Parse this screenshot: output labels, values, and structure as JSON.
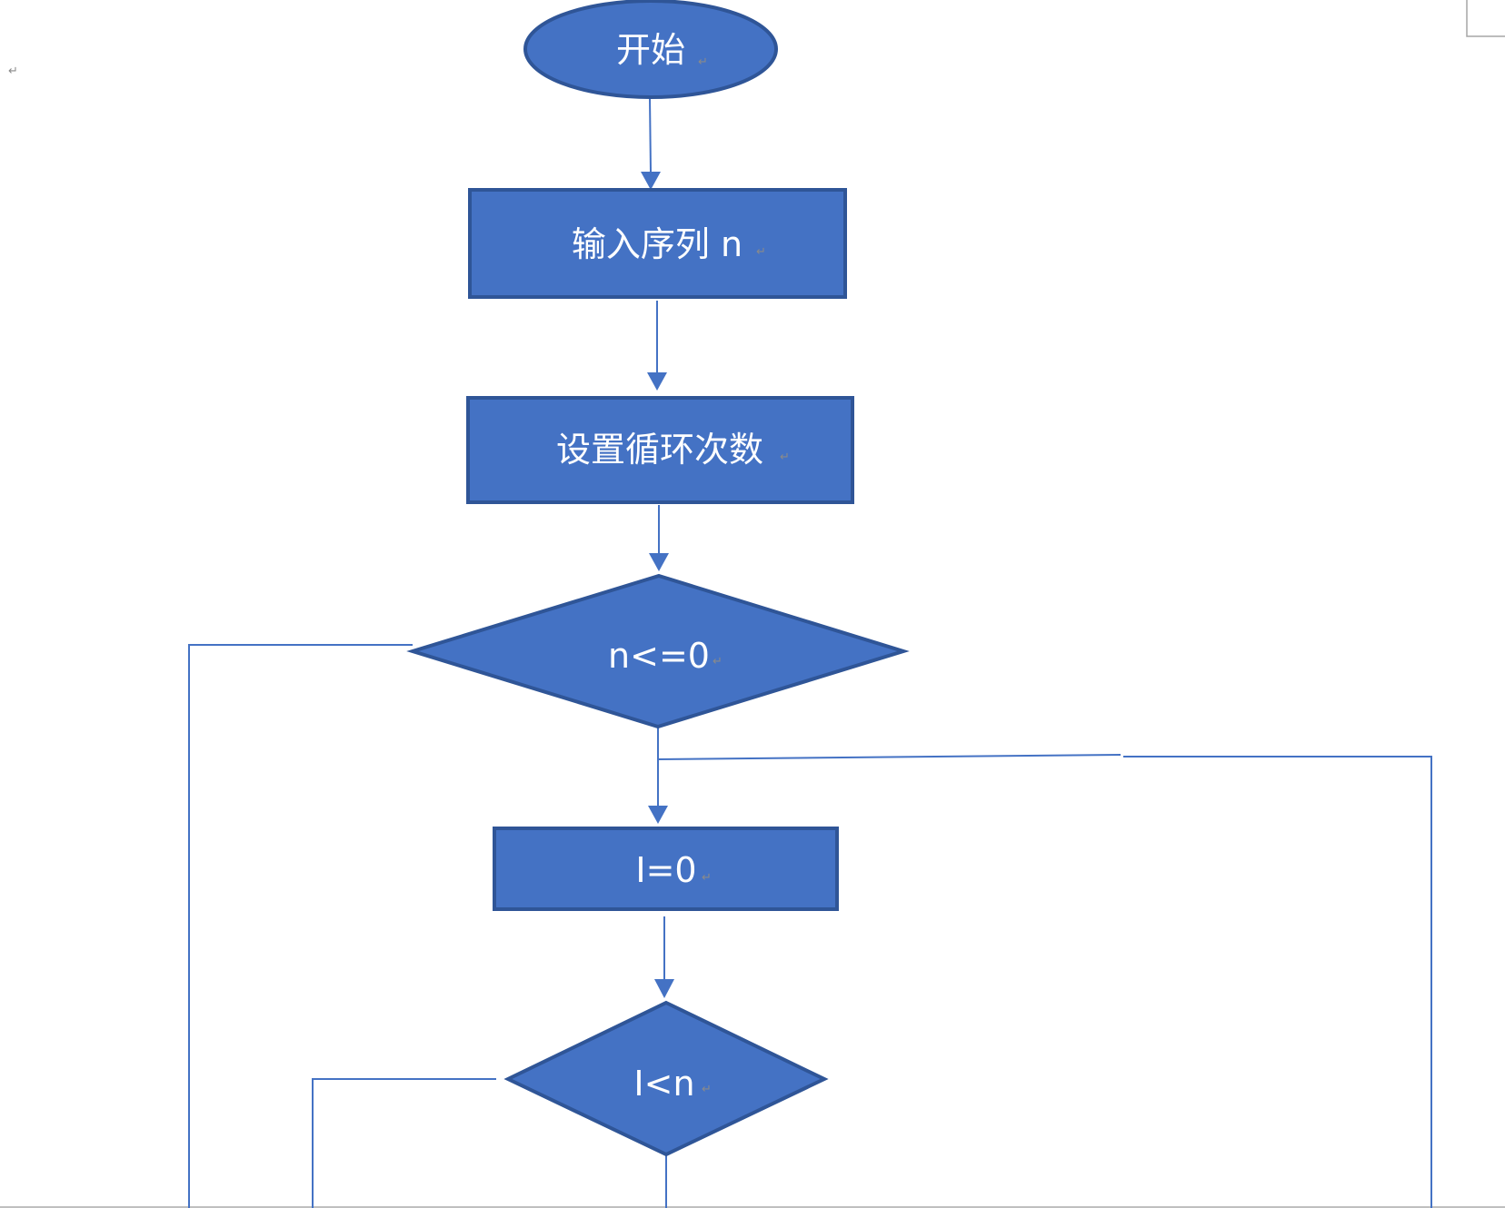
{
  "document": {
    "paragraph_mark": "↵"
  },
  "flowchart": {
    "colors": {
      "fill": "#4472c4",
      "stroke": "#2f5597",
      "connector": "#4472c4",
      "text": "#ffffff"
    },
    "nodes": [
      {
        "id": "start",
        "type": "terminator",
        "label": "开始"
      },
      {
        "id": "input",
        "type": "process",
        "label": "输入序列 n"
      },
      {
        "id": "set-loop",
        "type": "process",
        "label": "设置循环次数"
      },
      {
        "id": "check-n",
        "type": "decision",
        "label": "n<=0"
      },
      {
        "id": "init-i",
        "type": "process",
        "label": "I=0"
      },
      {
        "id": "check-i",
        "type": "decision",
        "label": "I<n"
      }
    ],
    "edges": [
      {
        "from": "start",
        "to": "input"
      },
      {
        "from": "input",
        "to": "set-loop"
      },
      {
        "from": "set-loop",
        "to": "check-n"
      },
      {
        "from": "check-n",
        "to": "init-i"
      },
      {
        "from": "init-i",
        "to": "check-i"
      },
      {
        "from": "check-n",
        "to": "off-page-left",
        "direction": "left"
      },
      {
        "from": "check-i",
        "to": "off-page-left",
        "direction": "left"
      },
      {
        "from": "check-i",
        "to": "off-page-bottom",
        "direction": "down"
      },
      {
        "from": "off-page-right",
        "to": "init-i",
        "direction": "loop-back"
      }
    ]
  }
}
